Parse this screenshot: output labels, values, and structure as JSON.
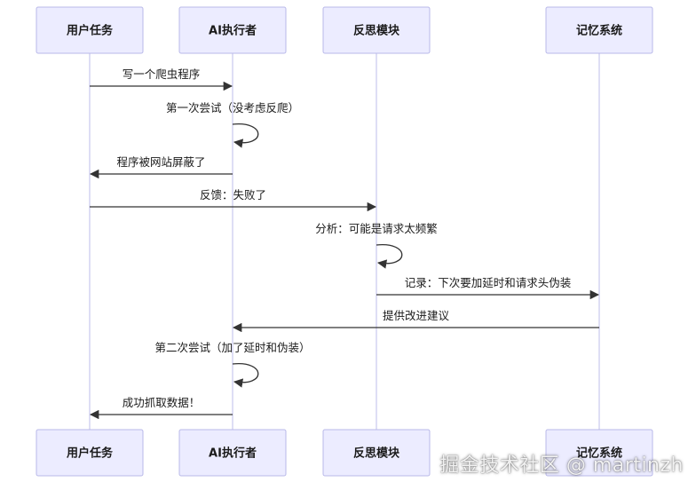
{
  "participants": [
    {
      "id": "user",
      "label": "用户任务"
    },
    {
      "id": "ai",
      "label": "AI执行者"
    },
    {
      "id": "reflect",
      "label": "反思模块"
    },
    {
      "id": "memory",
      "label": "记忆系统"
    }
  ],
  "messages": [
    {
      "from": "user",
      "to": "ai",
      "text": "写一个爬虫程序",
      "style": "solid"
    },
    {
      "from": "ai",
      "to": "ai",
      "text": "第一次尝试（没考虑反爬）",
      "style": "solid"
    },
    {
      "from": "ai",
      "to": "user",
      "text": "程序被网站屏蔽了",
      "style": "solid"
    },
    {
      "from": "user",
      "to": "reflect",
      "text": "反馈：失败了",
      "style": "solid"
    },
    {
      "from": "reflect",
      "to": "reflect",
      "text": "分析：可能是请求太频繁",
      "style": "solid"
    },
    {
      "from": "reflect",
      "to": "memory",
      "text": "记录：下次要加延时和请求头伪装",
      "style": "solid"
    },
    {
      "from": "memory",
      "to": "ai",
      "text": "提供改进建议",
      "style": "solid"
    },
    {
      "from": "ai",
      "to": "ai",
      "text": "第二次尝试（加了延时和伪装）",
      "style": "solid"
    },
    {
      "from": "ai",
      "to": "user",
      "text": "成功抓取数据！",
      "style": "solid"
    }
  ],
  "watermark": "掘金技术社区 @ martinzh",
  "colors": {
    "actor_fill": "#ECECFF",
    "actor_stroke": "#b8b8e8",
    "line": "#333333"
  }
}
